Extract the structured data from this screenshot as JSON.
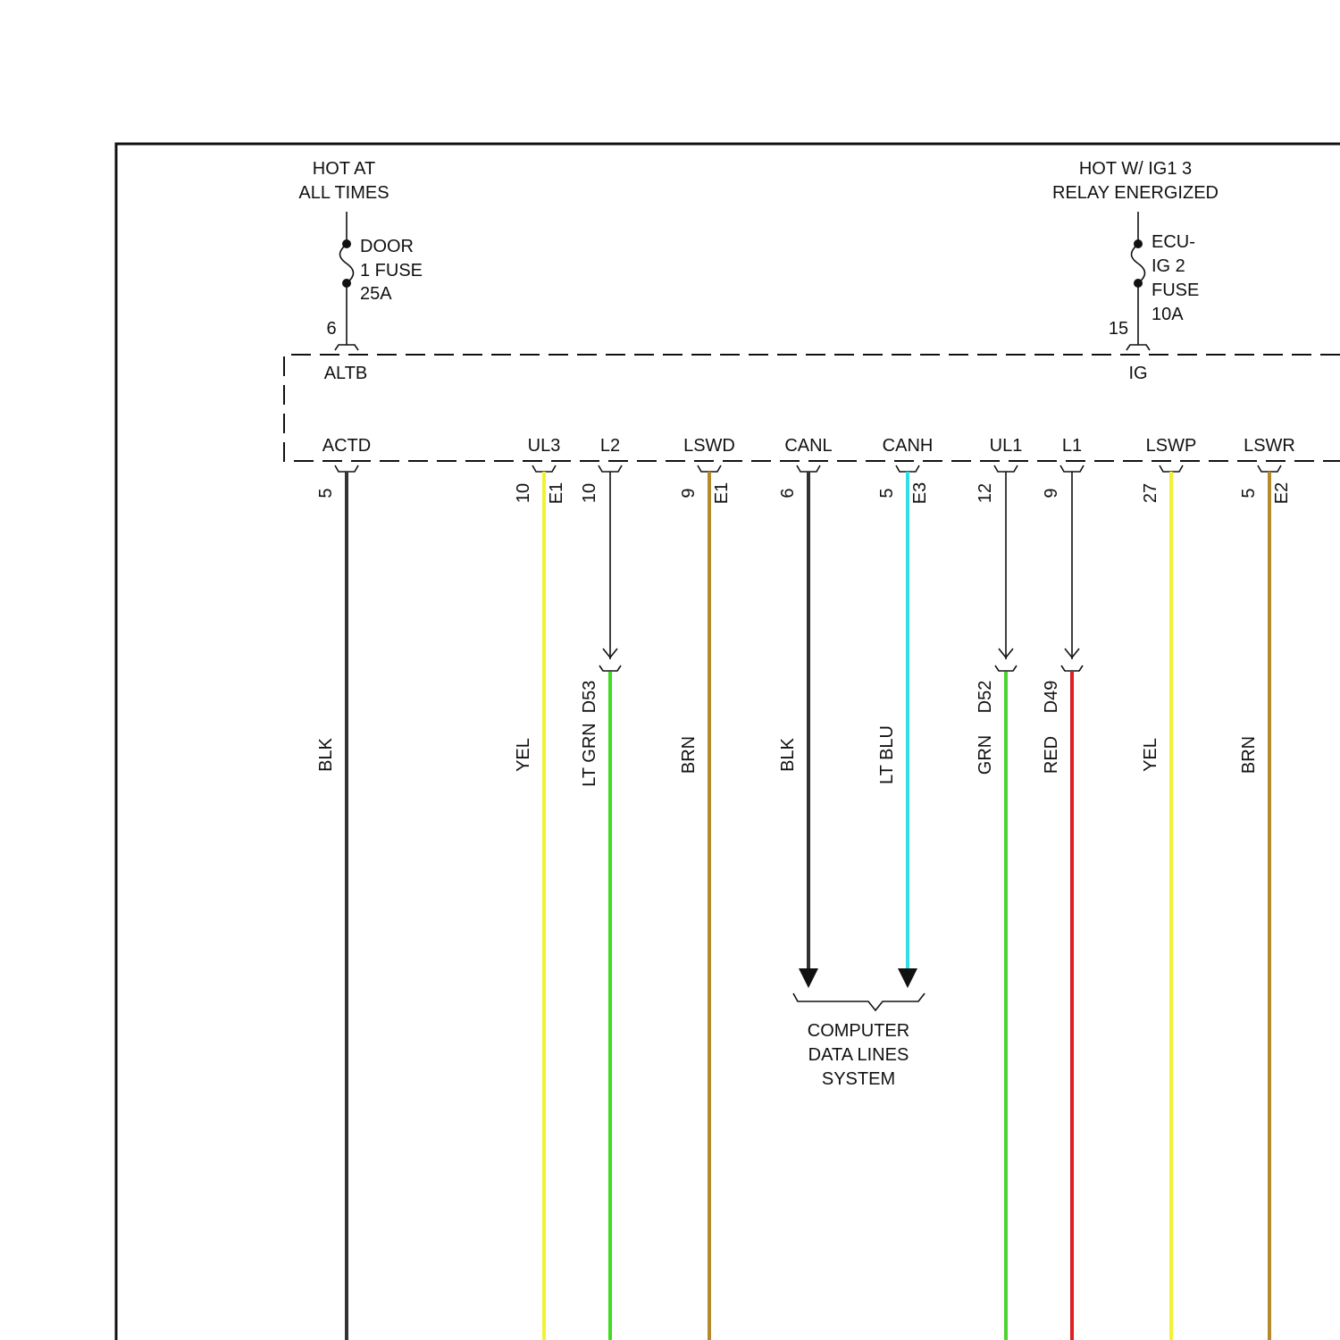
{
  "power_sources": [
    {
      "id": "hot-at-all-times",
      "lines": [
        "HOT AT",
        "ALL TIMES"
      ],
      "fuse_lines": [
        "DOOR",
        "1 FUSE",
        "25A"
      ],
      "pin": "6",
      "terminal": "ALTB"
    },
    {
      "id": "hot-w-ig1",
      "lines": [
        "HOT W/ IG1 3",
        "RELAY ENERGIZED"
      ],
      "fuse_lines": [
        "ECU-",
        "IG 2",
        "FUSE",
        "10A"
      ],
      "pin": "15",
      "terminal": "IG"
    }
  ],
  "circuits": [
    {
      "id": "actd",
      "terminal": "ACTD",
      "pin": "5",
      "connector": "",
      "color_name": "BLK",
      "color": "#333333",
      "splice": ""
    },
    {
      "id": "ul3",
      "terminal": "UL3",
      "pin": "10",
      "connector": "E1",
      "color_name": "YEL",
      "color": "#f2f233",
      "splice": ""
    },
    {
      "id": "l2",
      "terminal": "L2",
      "pin": "10",
      "connector": "",
      "color_name": "LT GRN",
      "color": "#3fdc24",
      "splice": "D53"
    },
    {
      "id": "lswd",
      "terminal": "LSWD",
      "pin": "9",
      "connector": "E1",
      "color_name": "BRN",
      "color": "#b38a2c",
      "splice": ""
    },
    {
      "id": "canl",
      "terminal": "CANL",
      "pin": "6",
      "connector": "",
      "color_name": "BLK",
      "color": "#333333",
      "splice": ""
    },
    {
      "id": "canh",
      "terminal": "CANH",
      "pin": "5",
      "connector": "E3",
      "color_name": "LT BLU",
      "color": "#33dde6",
      "splice": ""
    },
    {
      "id": "ul1",
      "terminal": "UL1",
      "pin": "12",
      "connector": "",
      "color_name": "GRN",
      "color": "#4cd233",
      "splice": "D52"
    },
    {
      "id": "l1",
      "terminal": "L1",
      "pin": "9",
      "connector": "",
      "color_name": "RED",
      "color": "#e02020",
      "splice": "D49"
    },
    {
      "id": "lswp",
      "terminal": "LSWP",
      "pin": "27",
      "connector": "",
      "color_name": "YEL",
      "color": "#f2f233",
      "splice": ""
    },
    {
      "id": "lswr",
      "terminal": "LSWR",
      "pin": "5",
      "connector": "E2",
      "color_name": "BRN",
      "color": "#b38a2c",
      "splice": ""
    }
  ],
  "computer_data_lines": {
    "lines": [
      "COMPUTER",
      "DATA LINES",
      "SYSTEM"
    ]
  }
}
